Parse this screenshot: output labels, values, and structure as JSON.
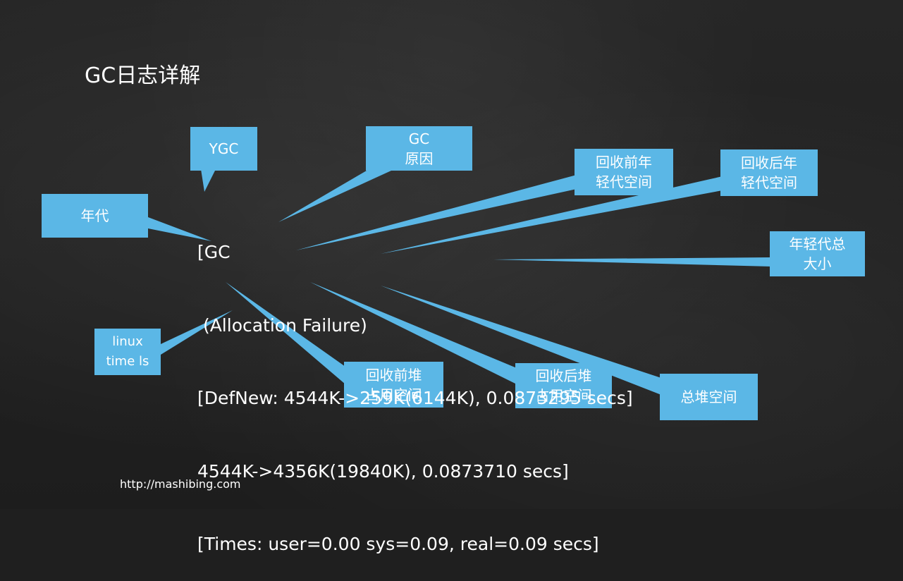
{
  "title": "GC日志详解",
  "log_lines": [
    "[GC",
    " (Allocation Failure)",
    "[DefNew: 4544K->259K(6144K), 0.0873295 secs]",
    "4544K->4356K(19840K), 0.0873710 secs]",
    "[Times: user=0.00 sys=0.09, real=0.09 secs]"
  ],
  "callouts": {
    "ygc": "YGC",
    "gc_cause": "GC\n原因",
    "generation": "年代",
    "young_before": "回收前年\n轻代空间",
    "young_after": "回收后年\n轻代空间",
    "young_total": "年轻代总\n大小",
    "linux_time": "linux\ntime ls",
    "heap_before": "回收前堆\n占用空间",
    "heap_after": "回收后堆\n占用空间",
    "heap_total": "总堆空间"
  },
  "footer_url": "http://mashibing.com",
  "colors": {
    "callout": "#5bb7e6",
    "background": "#1f1f1f",
    "text": "#ffffff"
  }
}
